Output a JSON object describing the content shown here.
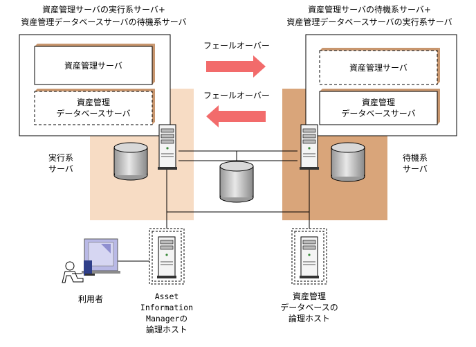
{
  "left_server": {
    "title_line1": "資産管理サーバの実行系サーバ+",
    "title_line2": "資産管理データベースサーバの待機系サーバ",
    "box_asset_server": "資産管理サーバ",
    "box_db_line1": "資産管理",
    "box_db_line2": "データベースサーバ",
    "role_line1": "実行系",
    "role_line2": "サーバ"
  },
  "right_server": {
    "title_line1": "資産管理サーバの待機系サーバ+",
    "title_line2": "資産管理データベースサーバの実行系サーバ",
    "box_asset_server": "資産管理サーバ",
    "box_db_line1": "資産管理",
    "box_db_line2": "データベースサーバ",
    "role_line1": "待機系",
    "role_line2": "サーバ"
  },
  "failover": {
    "top_label": "フェールオーバー",
    "bottom_label": "フェールオーバー"
  },
  "bottom": {
    "user_label": "利用者",
    "aim_host_line1": "Asset",
    "aim_host_line2": "Information",
    "aim_host_line3": "Managerの",
    "aim_host_line4": "論理ホスト",
    "db_host_line1": "資産管理",
    "db_host_line2": "データベースの",
    "db_host_line3": "論理ホスト"
  },
  "colors": {
    "left_zone": "#f7dcc4",
    "right_zone": "#d9a57a",
    "box_shadow": "#c8966e",
    "arrow": "#f26b6b"
  }
}
